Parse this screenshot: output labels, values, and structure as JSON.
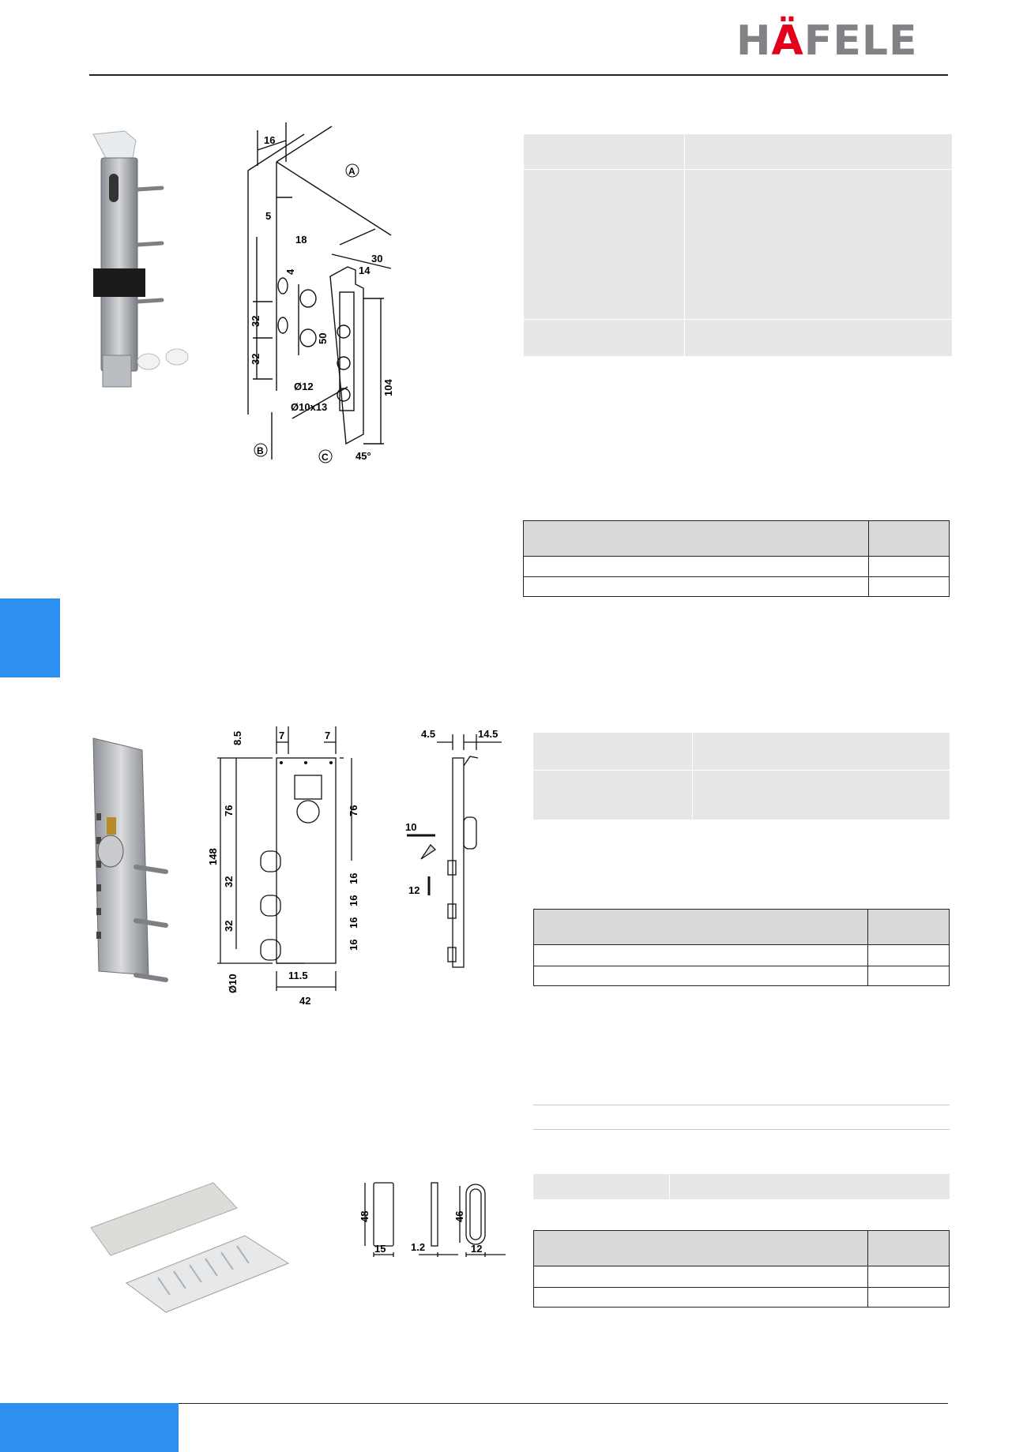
{
  "brand": {
    "logo_text": "HÄFELE",
    "colors": {
      "logo_gray": "#808285",
      "logo_red": "#e2001a",
      "tab_blue": "#2d8ff0",
      "spec_gray": "#e7e7e7",
      "table_head": "#d9d9d9"
    }
  },
  "product1": {
    "dims": {
      "d16": "16",
      "d5": "5",
      "d18": "18",
      "d4": "4",
      "d30": "30",
      "d14": "14",
      "d32a": "32",
      "d32b": "32",
      "d50": "50",
      "d104": "104",
      "dia12": "Ø12",
      "dia10x13": "Ø10x13",
      "angle": "45°",
      "mark_a": "A",
      "mark_b": "B",
      "mark_c": "C"
    }
  },
  "product2": {
    "dims": {
      "d85": "8.5",
      "d7a": "7",
      "d7b": "7",
      "d76a": "76",
      "d76b": "76",
      "d148": "148",
      "d32a": "32",
      "d32b": "32",
      "d16a": "16",
      "d16b": "16",
      "d16c": "16",
      "d16d": "16",
      "dia10": "Ø10",
      "d115": "11.5",
      "d42": "42",
      "d45": "4.5",
      "d145": "14.5",
      "d10": "10",
      "d12": "12"
    }
  },
  "product3": {
    "dims": {
      "d48": "48",
      "d15": "15",
      "d12t": "1.2",
      "d46": "46",
      "d12": "12"
    }
  }
}
